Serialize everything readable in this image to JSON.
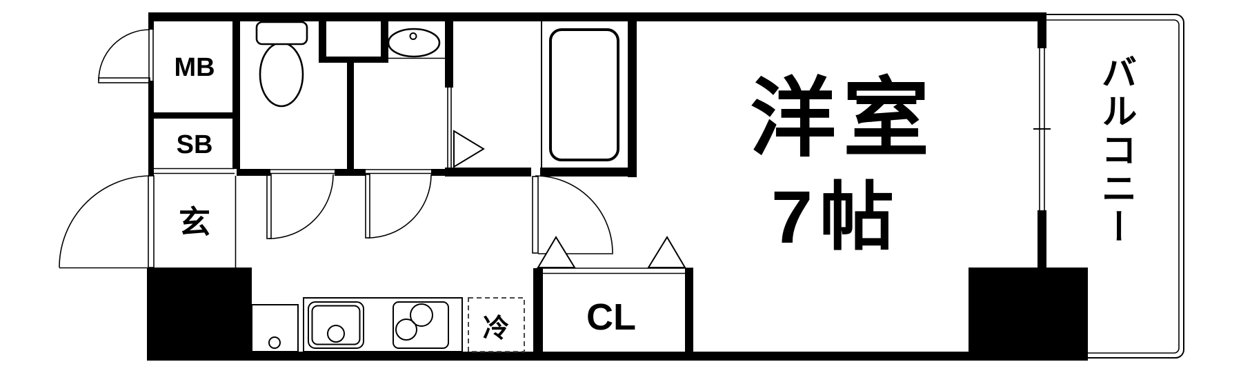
{
  "floor_plan": {
    "labels": {
      "meter_box": "MB",
      "shaft_box": "SB",
      "entrance": "玄",
      "main_room_line1": "洋室",
      "main_room_line2": "7帖",
      "closet": "CL",
      "refrigerator": "冷",
      "balcony": "バルコニー"
    },
    "colors": {
      "wall": "#000000",
      "background": "#ffffff"
    }
  }
}
